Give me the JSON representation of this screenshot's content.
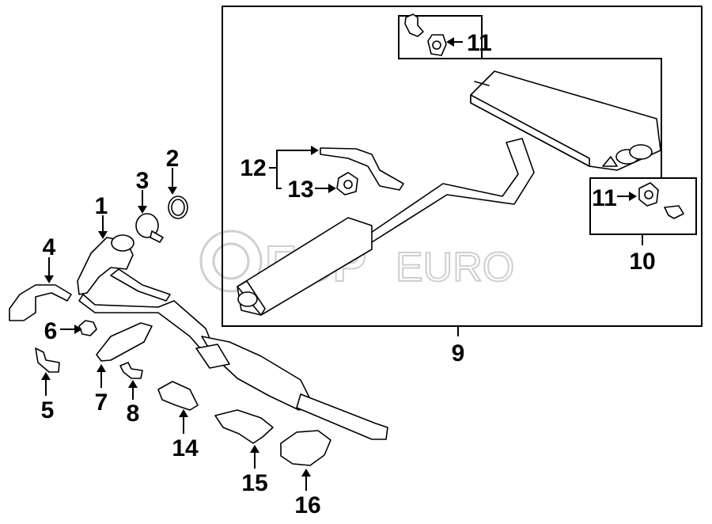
{
  "callouts": {
    "c1": "1",
    "c2": "2",
    "c3": "3",
    "c4": "4",
    "c5": "5",
    "c6": "6",
    "c7": "7",
    "c8": "8",
    "c9": "9",
    "c10": "10",
    "c11a": "11",
    "c11b": "11",
    "c12": "12",
    "c13": "13",
    "c14": "14",
    "c15": "15",
    "c16": "16"
  },
  "watermark": {
    "brand_a": "FCP",
    "brand_b": "EURO"
  }
}
